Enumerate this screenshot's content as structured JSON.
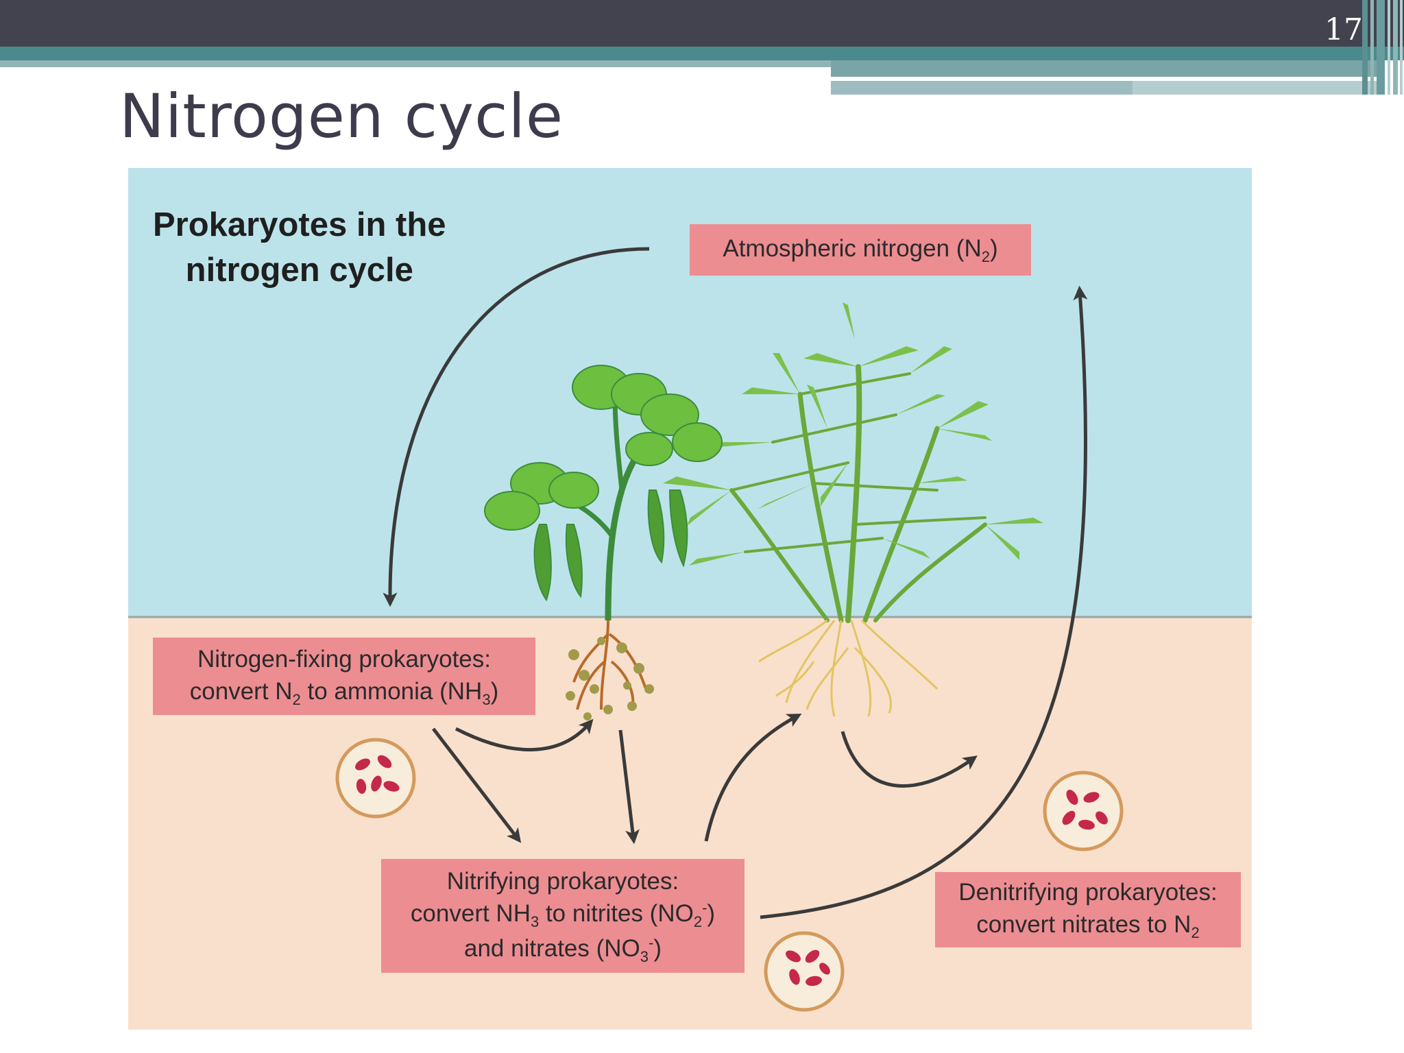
{
  "slide": {
    "number": "17",
    "title": "Nitrogen cycle"
  },
  "diagram": {
    "heading_line1": "Prokaryotes in the",
    "heading_line2": "nitrogen cycle",
    "atmospheric": {
      "label": "Atmospheric nitrogen (N",
      "sub": "2",
      "tail": ")"
    },
    "fixing": {
      "line1": "Nitrogen-fixing prokaryotes:",
      "line2_a": "convert N",
      "line2_sub1": "2",
      "line2_b": " to ammonia (NH",
      "line2_sub2": "3",
      "line2_c": ")"
    },
    "nitrifying": {
      "line1": "Nitrifying prokaryotes:",
      "line2_a": "convert NH",
      "line2_sub1": "3",
      "line2_b": " to nitrites (NO",
      "line2_sub2": "2",
      "line2_sup2": "-",
      "line2_c": ")",
      "line3_a": "and nitrates (NO",
      "line3_sub": "3",
      "line3_sup": "-",
      "line3_c": ")"
    },
    "denitrifying": {
      "line1": "Denitrifying prokaryotes:",
      "line2_a": "convert nitrates to N",
      "line2_sub": "2"
    },
    "colors": {
      "sky": "#bce3ea",
      "soil": "#f8e0cc",
      "label_box": "#ec8d92",
      "arrow": "#3a3a3a",
      "leaf": "#6cbf3f",
      "bacteria": "#c4284a"
    },
    "icons": [
      "bean-plant-icon",
      "grass-plant-icon",
      "bacteria-icon"
    ]
  }
}
